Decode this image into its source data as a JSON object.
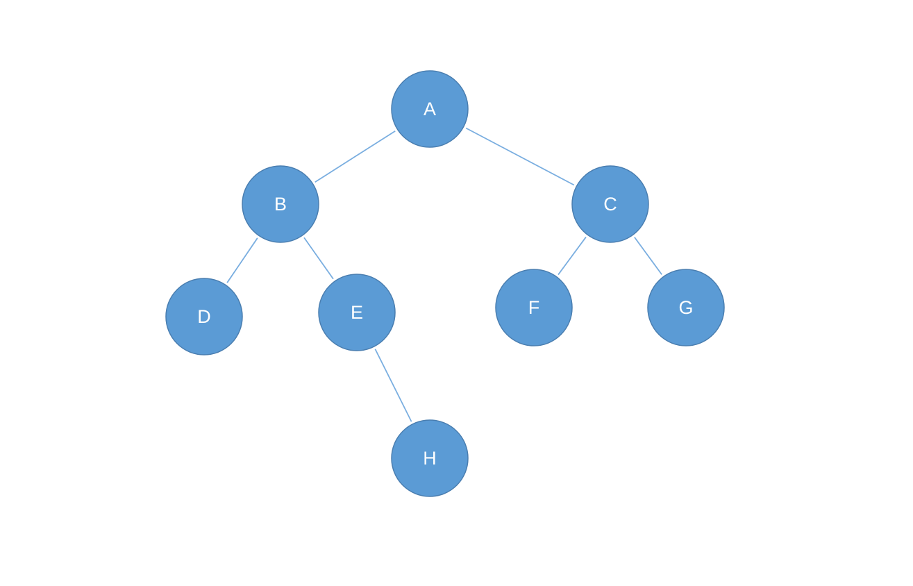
{
  "diagram": {
    "type": "binary-tree",
    "nodes": [
      {
        "id": "A",
        "label": "A"
      },
      {
        "id": "B",
        "label": "B"
      },
      {
        "id": "C",
        "label": "C"
      },
      {
        "id": "D",
        "label": "D"
      },
      {
        "id": "E",
        "label": "E"
      },
      {
        "id": "F",
        "label": "F"
      },
      {
        "id": "G",
        "label": "G"
      },
      {
        "id": "H",
        "label": "H"
      }
    ],
    "edges": [
      {
        "from": "A",
        "to": "B"
      },
      {
        "from": "A",
        "to": "C"
      },
      {
        "from": "B",
        "to": "D"
      },
      {
        "from": "B",
        "to": "E"
      },
      {
        "from": "C",
        "to": "F"
      },
      {
        "from": "C",
        "to": "G"
      },
      {
        "from": "E",
        "to": "H"
      }
    ],
    "colors": {
      "node_fill": "#5b9bd5",
      "node_stroke": "#4a7eb0",
      "edge": "#7aaee0",
      "label": "#ffffff"
    }
  }
}
